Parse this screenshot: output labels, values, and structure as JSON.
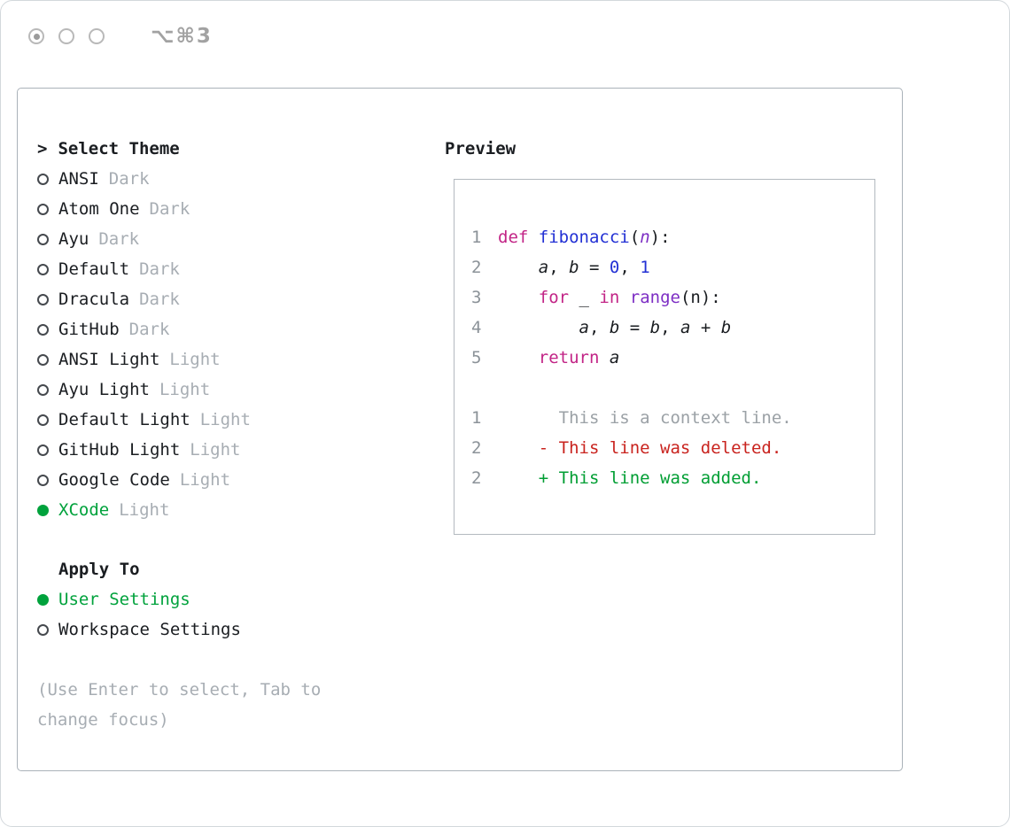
{
  "titlebar": {
    "shortcut": "⌥⌘3"
  },
  "theme_panel": {
    "title_prefix": ">",
    "title": "Select Theme",
    "themes": [
      {
        "name": "ANSI",
        "variant": "Dark",
        "selected": false
      },
      {
        "name": "Atom One",
        "variant": "Dark",
        "selected": false
      },
      {
        "name": "Ayu",
        "variant": "Dark",
        "selected": false
      },
      {
        "name": "Default",
        "variant": "Dark",
        "selected": false
      },
      {
        "name": "Dracula",
        "variant": "Dark",
        "selected": false
      },
      {
        "name": "GitHub",
        "variant": "Dark",
        "selected": false
      },
      {
        "name": "ANSI Light",
        "variant": "Light",
        "selected": false
      },
      {
        "name": "Ayu Light",
        "variant": "Light",
        "selected": false
      },
      {
        "name": "Default Light",
        "variant": "Light",
        "selected": false
      },
      {
        "name": "GitHub Light",
        "variant": "Light",
        "selected": false
      },
      {
        "name": "Google Code",
        "variant": "Light",
        "selected": false
      },
      {
        "name": "XCode",
        "variant": "Light",
        "selected": true
      }
    ],
    "apply_to": {
      "title": "Apply To",
      "options": [
        {
          "label": "User Settings",
          "selected": true
        },
        {
          "label": "Workspace Settings",
          "selected": false
        }
      ]
    },
    "help_lines": [
      "(Use Enter to select, Tab to",
      "change focus)"
    ]
  },
  "preview": {
    "title": "Preview",
    "code_lines": [
      {
        "num": "1",
        "tokens": [
          {
            "text": "def",
            "type": "keyword"
          },
          {
            "text": " ",
            "type": "plain"
          },
          {
            "text": "fibonacci",
            "type": "func"
          },
          {
            "text": "(",
            "type": "plain"
          },
          {
            "text": "n",
            "type": "param"
          },
          {
            "text": "):",
            "type": "plain"
          }
        ]
      },
      {
        "num": "2",
        "tokens": [
          {
            "text": "    ",
            "type": "plain"
          },
          {
            "text": "a",
            "type": "var"
          },
          {
            "text": ", ",
            "type": "plain"
          },
          {
            "text": "b",
            "type": "var"
          },
          {
            "text": " = ",
            "type": "plain"
          },
          {
            "text": "0",
            "type": "num"
          },
          {
            "text": ", ",
            "type": "plain"
          },
          {
            "text": "1",
            "type": "num"
          }
        ]
      },
      {
        "num": "3",
        "tokens": [
          {
            "text": "    ",
            "type": "plain"
          },
          {
            "text": "for",
            "type": "keyword"
          },
          {
            "text": " _ ",
            "type": "plain"
          },
          {
            "text": "in",
            "type": "keyword"
          },
          {
            "text": " ",
            "type": "plain"
          },
          {
            "text": "range",
            "type": "builtin"
          },
          {
            "text": "(n):",
            "type": "plain"
          }
        ]
      },
      {
        "num": "4",
        "tokens": [
          {
            "text": "        ",
            "type": "plain"
          },
          {
            "text": "a",
            "type": "var"
          },
          {
            "text": ", ",
            "type": "plain"
          },
          {
            "text": "b",
            "type": "var"
          },
          {
            "text": " = ",
            "type": "plain"
          },
          {
            "text": "b",
            "type": "var"
          },
          {
            "text": ", ",
            "type": "plain"
          },
          {
            "text": "a",
            "type": "var"
          },
          {
            "text": " + ",
            "type": "plain"
          },
          {
            "text": "b",
            "type": "var"
          }
        ]
      },
      {
        "num": "5",
        "tokens": [
          {
            "text": "    ",
            "type": "plain"
          },
          {
            "text": "return",
            "type": "keyword"
          },
          {
            "text": " ",
            "type": "plain"
          },
          {
            "text": "a",
            "type": "var"
          }
        ]
      }
    ],
    "diff_lines": [
      {
        "num": "1",
        "text": "      This is a context line.",
        "type": "context"
      },
      {
        "num": "2",
        "text": "    - This line was deleted.",
        "type": "deleted"
      },
      {
        "num": "2",
        "text": "    + This line was added.",
        "type": "added"
      }
    ]
  },
  "colors": {
    "text_black": "#1a1d21",
    "muted_gray": "#a7adb3",
    "accent_green": "#00a23c",
    "keyword_magenta": "#c22486",
    "function_blue": "#2230d4",
    "number_blue": "#2230d4",
    "builtin_purple": "#7d2ec4",
    "line_number_gray": "#8b9298",
    "diff_context_gray": "#9ba1a6",
    "diff_deleted_red": "#c9231e",
    "diff_added_green": "#009e33",
    "border_gray": "#aab2b9"
  }
}
